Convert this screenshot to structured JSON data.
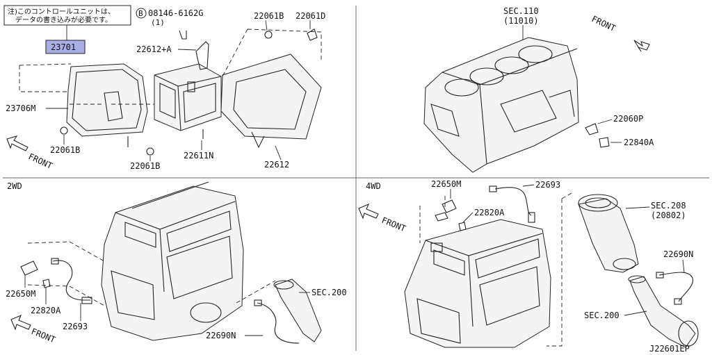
{
  "note": {
    "line1": "注)このコントロールユニットは、",
    "line2": "データの書き込みが必要です。"
  },
  "bolt_ref": {
    "circle": "B",
    "number": "08146-6162G",
    "qty": "(1)"
  },
  "top_left": {
    "highlight_part": "23701",
    "parts": {
      "p22061B_a": "22061B",
      "p22061D": "22061D",
      "p22612A": "22612+A",
      "p23706M": "23706M",
      "p22061B_b": "22061B",
      "p22061B_c": "22061B",
      "p22611N": "22611N",
      "p22612": "22612"
    },
    "front": "FRONT"
  },
  "top_right": {
    "sec_line1": "SEC.110",
    "sec_line2": "(11010)",
    "front": "FRONT",
    "p22060P": "22060P",
    "p22840A": "22840A"
  },
  "bottom_left": {
    "variant": "2WD",
    "p22650M": "22650M",
    "p22820A": "22820A",
    "p22693": "22693",
    "p22690N": "22690N",
    "sec200": "SEC.200",
    "front": "FRONT"
  },
  "bottom_right": {
    "variant": "4WD",
    "p22650M": "22650M",
    "p22693": "22693",
    "p22820A": "22820A",
    "sec208_line1": "SEC.208",
    "sec208_line2": "(20802)",
    "p22690N": "22690N",
    "sec200": "SEC.200",
    "front": "FRONT"
  },
  "diagram_code": "J22601EP",
  "colors": {
    "highlight": "#a9aee6",
    "line": "#222222"
  }
}
